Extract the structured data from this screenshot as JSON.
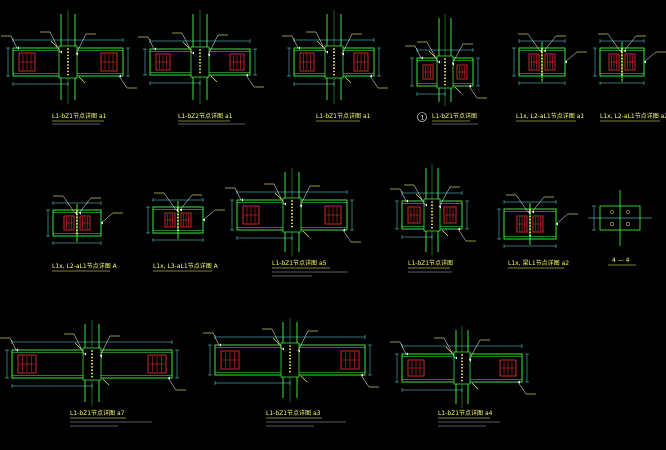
{
  "drawing": {
    "background": "#000000",
    "colors": {
      "outline": "#44ff44",
      "weld": "#ffff66",
      "plate": "#ff3333",
      "dim": "#66ffff",
      "leader": "#ffffff",
      "text": "#ffff66"
    },
    "details": [
      {
        "caption": "L1-bZ1节点详图 a1"
      },
      {
        "caption": "L1-bZ2节点详图 a1"
      },
      {
        "caption": "L1-bZ1节点详图 a1"
      },
      {
        "caption": "L1-bZ1节点详图"
      },
      {
        "caption": "L1x, L2-aL1节点详图 a1"
      },
      {
        "caption": "L1x, L2-aL1节点详图 a2"
      },
      {
        "caption": "L1x, L2-aL1节点详图 A"
      },
      {
        "caption": "L1x, L3-aL1节点详图 A"
      },
      {
        "caption": "L1-bZ1节点详图 a5"
      },
      {
        "caption": "L1-bZ1节点详图"
      },
      {
        "caption": "L1x, 梁L1节点详图 a2"
      },
      {
        "caption": "4 — 4"
      },
      {
        "caption": "L1-bZ1节点详图 a7"
      },
      {
        "caption": "L1-bZ1节点详图 a3"
      },
      {
        "caption": "L1-bZ1节点详图 a4"
      }
    ]
  }
}
